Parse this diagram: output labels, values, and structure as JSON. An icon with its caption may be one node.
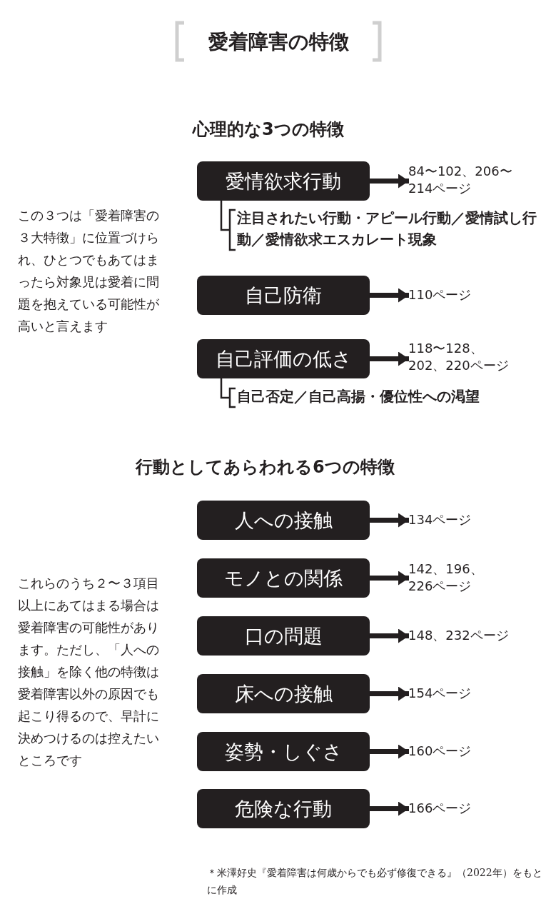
{
  "diagram": {
    "title": "愛着障害の特徴",
    "caption": "＊米澤好史『愛着障害は何歳からでも必ず修復できる』（2022年）をもとに作成",
    "nodes": [
      {
        "text": [
          "愛情欲求行動"
        ]
      },
      {
        "text": [
          "84〜102、206〜214ページ"
        ]
      },
      {
        "text": [
          "注目されたい行動・アピール行動／愛情試し行動／愛情欲求エスカレート現象"
        ]
      },
      {
        "text": [
          "自己防衛"
        ]
      },
      {
        "text": [
          "110ページ"
        ]
      },
      {
        "text": [
          "自己評価の低さ"
        ]
      },
      {
        "text": [
          "118〜128、202、220ページ"
        ]
      },
      {
        "text": [
          "自己否定／自己高揚・優位性への渇望"
        ]
      },
      {
        "text": [
          "人への接触"
        ]
      },
      {
        "text": [
          "134ページ"
        ]
      },
      {
        "text": [
          "モノとの関係"
        ]
      },
      {
        "text": [
          "142、196、226ページ"
        ]
      },
      {
        "text": [
          "口の問題"
        ]
      },
      {
        "text": [
          "148、232ページ"
        ]
      },
      {
        "text": [
          "床への接触"
        ]
      },
      {
        "text": [
          "154ページ"
        ]
      },
      {
        "text": [
          "姿勢・しぐさ"
        ]
      },
      {
        "text": [
          "160ページ"
        ]
      },
      {
        "text": [
          "危険な行動"
        ]
      },
      {
        "text": [
          "166ページ"
        ]
      }
    ],
    "edges": [
      {
        "from": 0,
        "to": 1,
        "arrow": "to"
      },
      {
        "from": 0,
        "to": 2,
        "arrow": "none"
      },
      {
        "from": 3,
        "to": 4,
        "arrow": "to"
      },
      {
        "from": 5,
        "to": 6,
        "arrow": "to"
      },
      {
        "from": 5,
        "to": 7,
        "arrow": "none"
      },
      {
        "from": 8,
        "to": 9,
        "arrow": "to"
      },
      {
        "from": 10,
        "to": 11,
        "arrow": "to"
      },
      {
        "from": 12,
        "to": 13,
        "arrow": "to"
      },
      {
        "from": 14,
        "to": 15,
        "arrow": "to"
      },
      {
        "from": 16,
        "to": 17,
        "arrow": "to"
      },
      {
        "from": 18,
        "to": 19,
        "arrow": "to"
      }
    ],
    "labels": [
      "心理的な3つの特徴",
      "この３つは「愛着障害の３大特徴」に位置づけられ、ひとつでもあてはまったら対象児は愛着に問題を抱えている可能性が高いと言えます",
      "行動としてあらわれる6つの特徴",
      "これらのうち２〜３項目以上にあてはまる場合は愛着障害の可能性があります。ただし、「人への接触」を除く他の特徴は愛着障害以外の原因でも起こり得るので、早計に決めつけるのは控えたいところです"
    ]
  }
}
